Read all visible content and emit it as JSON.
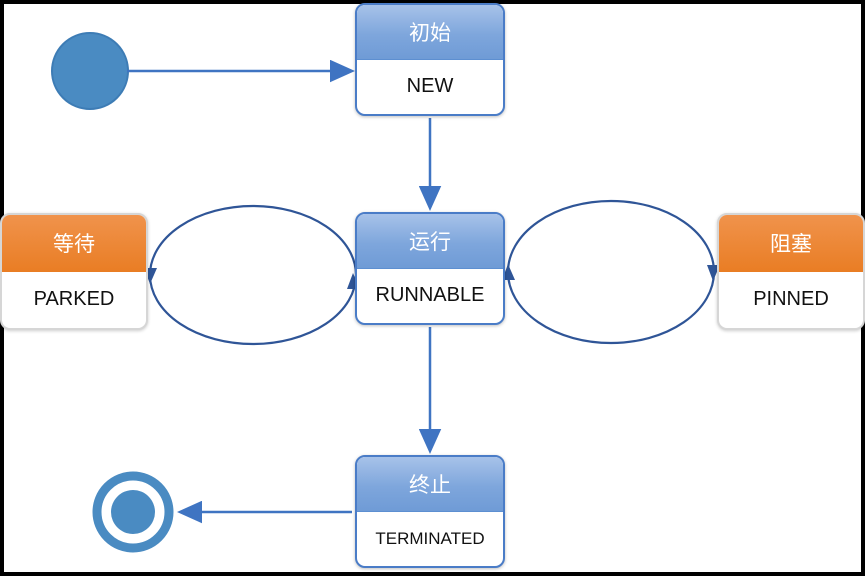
{
  "diagram": {
    "kind": "state-diagram",
    "nodes": [
      {
        "id": "new",
        "label_cn": "初始",
        "label_en": "NEW",
        "style": "blue"
      },
      {
        "id": "parked",
        "label_cn": "等待",
        "label_en": "PARKED",
        "style": "orange"
      },
      {
        "id": "runnable",
        "label_cn": "运行",
        "label_en": "RUNNABLE",
        "style": "blue"
      },
      {
        "id": "pinned",
        "label_cn": "阻塞",
        "label_en": "PINNED",
        "style": "orange"
      },
      {
        "id": "terminated",
        "label_cn": "终止",
        "label_en": "TERMINATED",
        "style": "blue"
      }
    ],
    "markers": [
      {
        "id": "initial-state",
        "type": "filled-circle"
      },
      {
        "id": "final-state",
        "type": "bullseye"
      }
    ],
    "edges": [
      {
        "from": "initial-state",
        "to": "new",
        "style": "straight-arrow"
      },
      {
        "from": "new",
        "to": "runnable",
        "style": "straight-arrow"
      },
      {
        "from": "runnable",
        "to": "parked",
        "style": "cycle-ellipse"
      },
      {
        "from": "runnable",
        "to": "pinned",
        "style": "cycle-ellipse"
      },
      {
        "from": "runnable",
        "to": "terminated",
        "style": "straight-arrow"
      },
      {
        "from": "terminated",
        "to": "final-state",
        "style": "straight-arrow"
      }
    ],
    "colors": {
      "arrow": "#3f74c2",
      "cycle_ellipse": "#2f5597",
      "blue_header": "#7ea6dc",
      "blue_border": "#4a7cc7",
      "orange_header": "#e97d24",
      "state_circle_fill": "#4a8bc2",
      "background": "#ffffff",
      "frame": "#000000"
    }
  }
}
